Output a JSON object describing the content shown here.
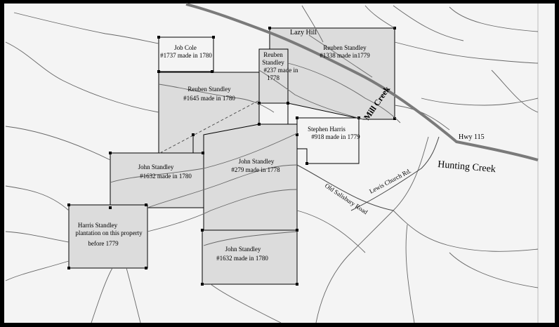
{
  "colors": {
    "frame": "#000000",
    "background": "#f4f4f4",
    "parcel_fill": "#dcdcdc",
    "parcel_stroke": "#000000",
    "creek": "#666666",
    "highway": "#7a7a7a"
  },
  "place_labels": {
    "lazy_hill": "Lazy Hill",
    "mill_creek": "Mill Creek",
    "hwy_115": "Hwy 115",
    "hunting_creek": "Hunting Creek",
    "lewis_church_rd": "Lewis Church Rd.",
    "old_salisbury_road": "Old Salisbury Road"
  },
  "parcels": {
    "job_cole": {
      "owner": "Job Cole",
      "detail": "#1737 made in 1780"
    },
    "reuben_1645": {
      "owner": "Reuben Standley",
      "detail": "#1645 made in 1780"
    },
    "reuben_237": {
      "line1": "Reuben",
      "line2": "Standley",
      "line3": "#237 made in",
      "line4": "1778"
    },
    "reuben_1338": {
      "owner": "Reuben Standley",
      "detail": "#1338 made in1779"
    },
    "stephen_harris": {
      "owner": "Stephen Harris",
      "detail": "#918 made in 1779"
    },
    "john_1632_north": {
      "owner": "John Standley",
      "detail": "#1632 made in 1780"
    },
    "john_279": {
      "owner": "John Standley",
      "detail": "#279 made in 1778"
    },
    "harris_standley": {
      "line1": "Harris Standley",
      "line2": "plantation on this property",
      "line3": "before 1779"
    },
    "john_1632_south": {
      "owner": "John Standley",
      "detail": "#1632 made in 1780"
    }
  }
}
